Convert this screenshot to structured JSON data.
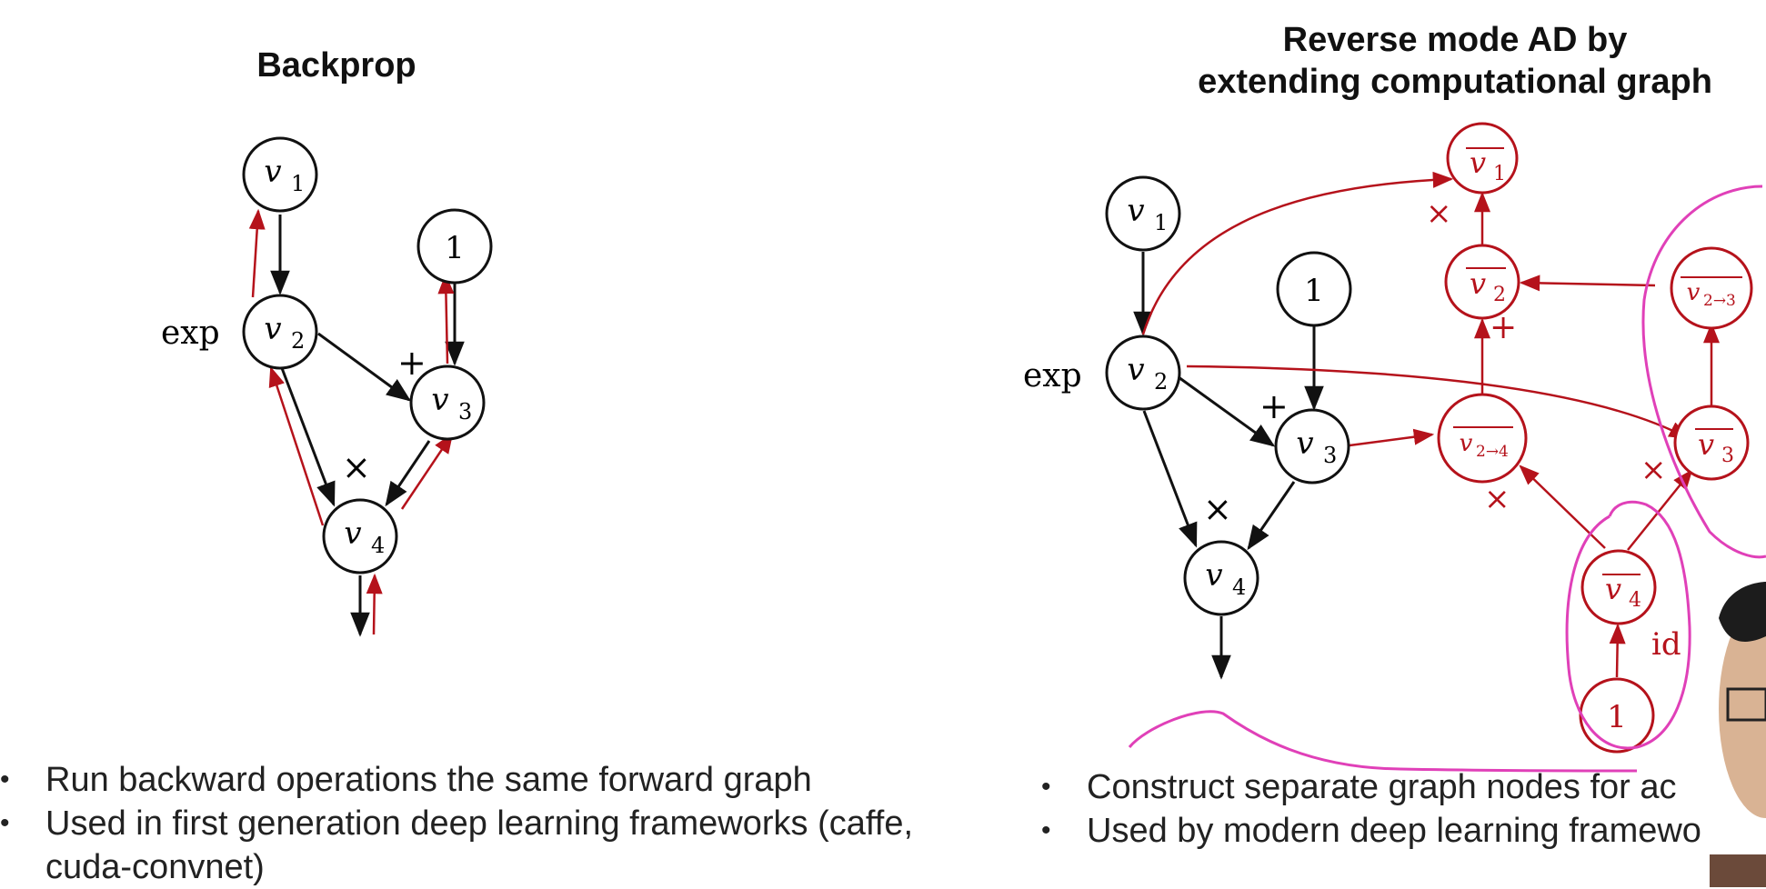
{
  "left": {
    "title": "Backprop",
    "op_labels": {
      "exp": "exp",
      "plus": "+",
      "times": "×"
    },
    "nodes": {
      "v1": "v",
      "v1_sub": "1",
      "v2": "v",
      "v2_sub": "2",
      "v3": "v",
      "v3_sub": "3",
      "v4": "v",
      "v4_sub": "4",
      "one": "1"
    },
    "bullets": [
      "Run backward operations the same forward graph",
      "Used in first generation deep learning frameworks (caffe, cuda-convnet)"
    ]
  },
  "right": {
    "title_line1": "Reverse mode AD by",
    "title_line2": "extending computational graph",
    "op_labels": {
      "exp": "exp",
      "plus": "+",
      "times": "×",
      "red_times_1": "×",
      "red_plus": "+",
      "red_times_2": "×",
      "red_times_3": "×",
      "id": "id"
    },
    "nodes": {
      "v1": "v",
      "v1_sub": "1",
      "v2": "v",
      "v2_sub": "2",
      "v3": "v",
      "v3_sub": "3",
      "v4": "v",
      "v4_sub": "4",
      "one": "1",
      "v1bar": "v",
      "v1bar_sub": "1",
      "v2bar": "v",
      "v2bar_sub": "2",
      "v23bar": "v",
      "v23bar_sub": "2→3",
      "v24bar": "v",
      "v24bar_sub": "2→4",
      "v3bar": "v",
      "v3bar_sub": "3",
      "v4bar": "v",
      "v4bar_sub": "4",
      "one_red": "1"
    },
    "bullets": [
      "Construct separate graph nodes for ac",
      "Used by modern deep learning framewo"
    ]
  },
  "colors": {
    "forward": "#111111",
    "backward": "#b5121b",
    "annotation": "#e040b8"
  }
}
